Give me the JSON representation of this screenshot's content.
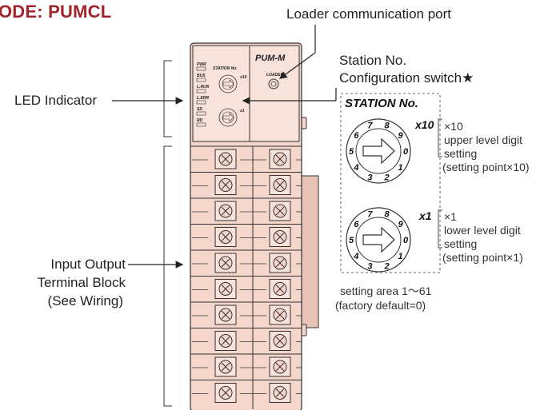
{
  "title": "ODE: PUMCL",
  "labels": {
    "loader_port": "Loader communication port",
    "station_switch_line1": "Station No.",
    "station_switch_line2": "Configuration switch★",
    "led_indicator": "LED Indicator",
    "io_block_line1": "Input Output",
    "io_block_line2": "Terminal Block",
    "io_block_line3": "(See Wiring)"
  },
  "device": {
    "model": "PUM-M",
    "loader_label": "LOADER",
    "station_label": "STATION No.",
    "x10_label": "x10",
    "x1_label": "x1",
    "leds": [
      "PWR",
      "BUS",
      "L.RUN",
      "L.ERR",
      "SD",
      "RD"
    ],
    "terminal_rows": 10
  },
  "switch_detail": {
    "title": "STATION No.",
    "x10": {
      "mult_label": "x10",
      "note_line1": "×10",
      "note_line2": "upper level digit",
      "note_line3": "setting",
      "note_line4": "(setting point×10)"
    },
    "x1": {
      "mult_label": "x1",
      "note_line1": "×1",
      "note_line2": "lower level digit",
      "note_line3": "setting",
      "note_line4": "(setting point×1)"
    },
    "dial_digits": [
      "0",
      "1",
      "2",
      "3",
      "4",
      "5",
      "6",
      "7",
      "8",
      "9"
    ],
    "range_note": "setting area 1～61",
    "default_note": "(factory default=0)"
  },
  "colors": {
    "title": "#a0252c",
    "device_body": "#f5d6cb",
    "device_shade": "#e3b9ab",
    "outline": "#333333"
  }
}
